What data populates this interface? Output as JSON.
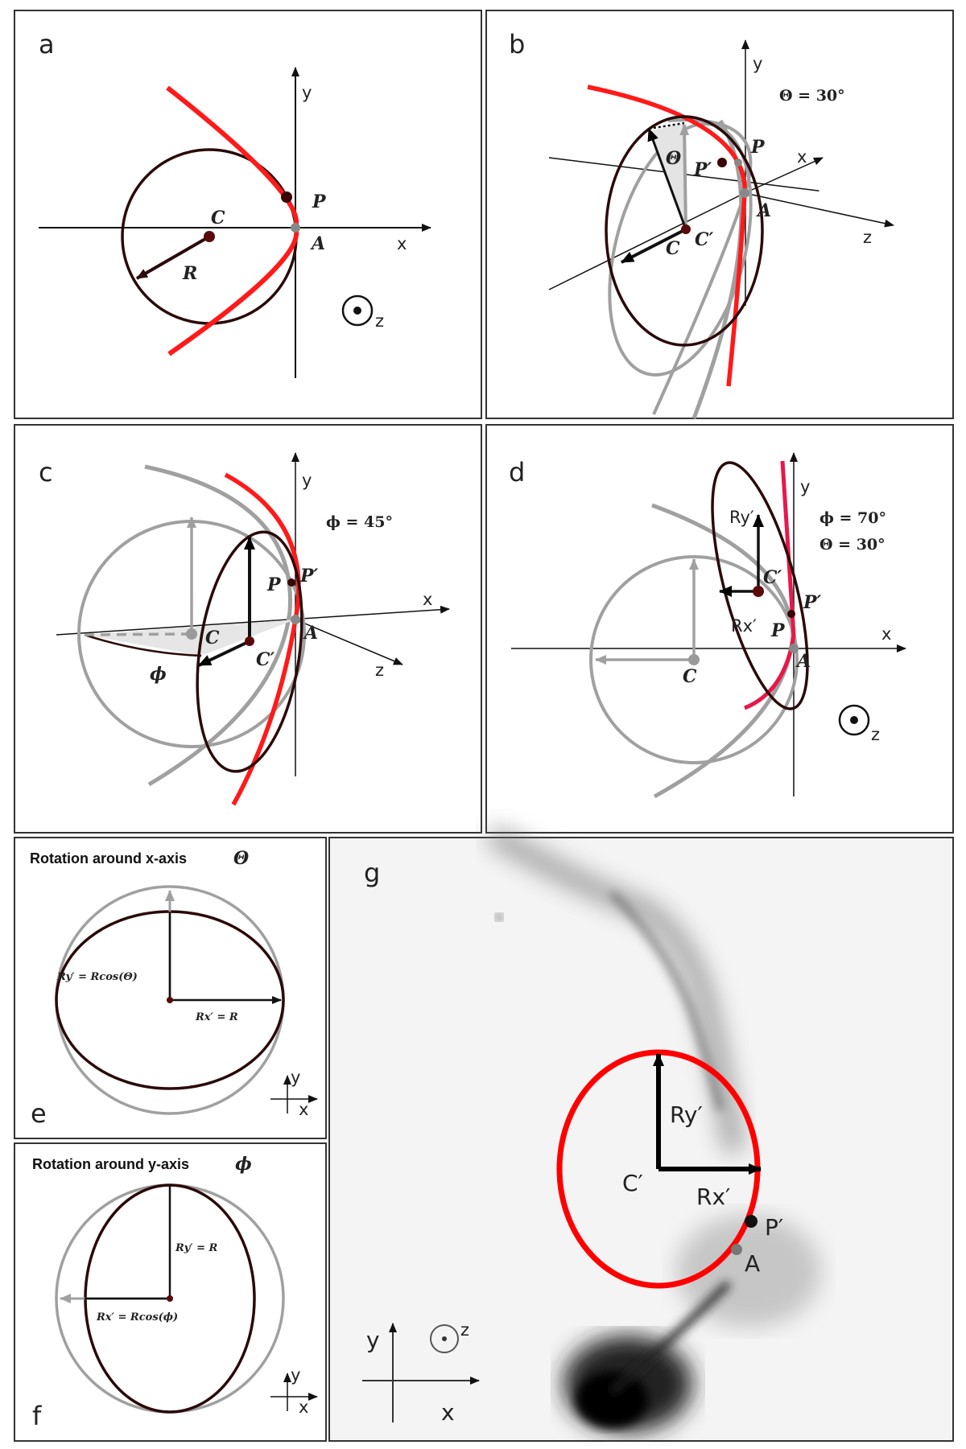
{
  "panels": {
    "a": {
      "label": "a",
      "axes": {
        "x": "x",
        "y": "y",
        "z": "z"
      },
      "points": {
        "c": "C",
        "p": "P",
        "a": "A"
      },
      "radius": "R"
    },
    "b": {
      "label": "b",
      "axes": {
        "x": "x",
        "y": "y",
        "z": "z"
      },
      "angle": "Θ = 30°",
      "theta_symbol": "Θ",
      "points": {
        "p_prime": "P′",
        "p": "P",
        "a": "A",
        "c": "C",
        "c_prime": "C′"
      }
    },
    "c": {
      "label": "c",
      "axes": {
        "x": "x",
        "y": "y",
        "z": "z"
      },
      "angle": "ϕ = 45°",
      "phi_symbol": "ϕ",
      "points": {
        "p": "P",
        "p_prime": "P′",
        "a": "A",
        "c": "C",
        "c_prime": "C′"
      }
    },
    "d": {
      "label": "d",
      "axes": {
        "x": "x",
        "y": "y",
        "z": "z"
      },
      "angle_phi": "ϕ = 70°",
      "angle_theta": "Θ = 30°",
      "points": {
        "ry": "Ry′",
        "rx": "Rx′",
        "c_prime": "C′",
        "p_prime": "P′",
        "p": "P",
        "a": "A",
        "c": "C"
      }
    },
    "e": {
      "label": "e",
      "title": "Rotation around x-axis",
      "symbol": "Θ",
      "ry_eq": "Ry′ = Rcos(Θ)",
      "rx_eq": "Rx′ = R",
      "axes": {
        "x": "x",
        "y": "y"
      }
    },
    "f": {
      "label": "f",
      "title": "Rotation around y-axis",
      "symbol": "ϕ",
      "ry_eq": "Ry′ = R",
      "rx_eq": "Rx′ = Rcos(ϕ)",
      "axes": {
        "x": "x",
        "y": "y"
      }
    },
    "g": {
      "label": "g",
      "ry": "Ry′",
      "rx": "Rx′",
      "c_prime": "C′",
      "p_prime": "P′",
      "a": "A",
      "axes": {
        "x": "x",
        "y": "y",
        "z": "z"
      }
    }
  },
  "colors": {
    "red_curve": "#ff1a1a",
    "dark_circle": "#2a0a0a",
    "gray": "#a0a0a0",
    "axis": "#111111"
  }
}
